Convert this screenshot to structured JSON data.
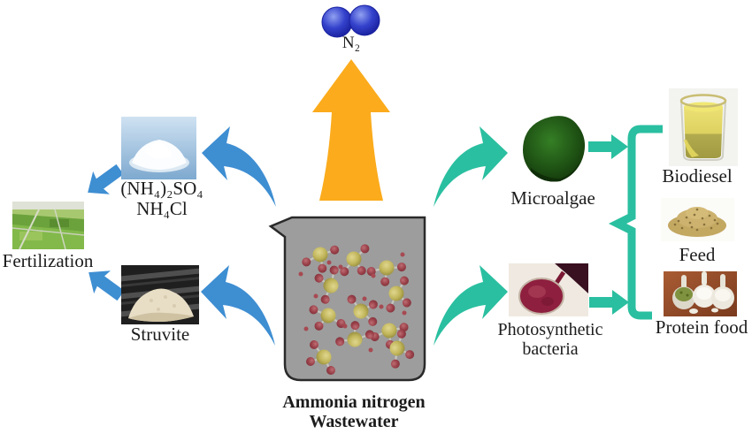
{
  "colors": {
    "blue_arrow": "#3e8ed2",
    "teal_arrow": "#2abfa0",
    "orange_arrow": "#fbab1c",
    "beaker_gray": "#9d9d9d",
    "text": "#1c1c1c"
  },
  "icons": {
    "n2_molecule": "two-blue-spheres-icon",
    "gas_release_arrow": "flared-up-arrow",
    "recovery_arrows": "curved-swoosh-arrow",
    "product_grouping": "curly-brace"
  },
  "center": {
    "n2_label": "N₂",
    "beaker_label_line1": "Ammonia nitrogen",
    "beaker_label_line2": "Wastewater"
  },
  "left_branch": {
    "salts_label_line1": "(NH₄)₂SO₄",
    "salts_label_line2": "NH₄Cl",
    "fertilization_label": "Fertilization",
    "struvite_label": "Struvite"
  },
  "right_branch": {
    "microalgae_label": "Microalgae",
    "bacteria_label_line1": "Photosynthetic",
    "bacteria_label_line2": "bacteria",
    "products": {
      "biodiesel_label": "Biodiesel",
      "feed_label": "Feed",
      "protein_food_label": "Protein food"
    }
  }
}
